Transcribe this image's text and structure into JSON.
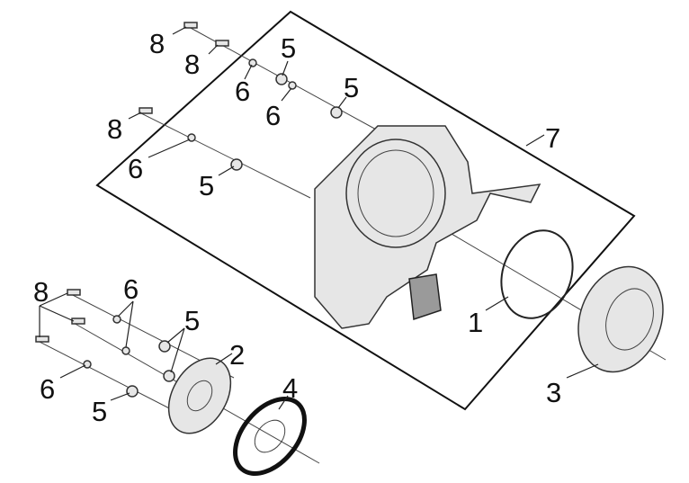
{
  "diagram": {
    "type": "exploded parts view",
    "callouts": [
      {
        "id": "c1",
        "label": "8"
      },
      {
        "id": "c2",
        "label": "8"
      },
      {
        "id": "c3",
        "label": "5"
      },
      {
        "id": "c4",
        "label": "6"
      },
      {
        "id": "c5",
        "label": "5"
      },
      {
        "id": "c6",
        "label": "6"
      },
      {
        "id": "c7",
        "label": "8"
      },
      {
        "id": "c8",
        "label": "6"
      },
      {
        "id": "c9",
        "label": "5"
      },
      {
        "id": "c10",
        "label": "7"
      },
      {
        "id": "c11",
        "label": "1"
      },
      {
        "id": "c12",
        "label": "3"
      },
      {
        "id": "c13",
        "label": "2"
      },
      {
        "id": "c14",
        "label": "4"
      },
      {
        "id": "c15",
        "label": "8"
      },
      {
        "id": "c16",
        "label": "6"
      },
      {
        "id": "c17",
        "label": "5"
      },
      {
        "id": "c18",
        "label": "6"
      },
      {
        "id": "c19",
        "label": "5"
      }
    ]
  }
}
